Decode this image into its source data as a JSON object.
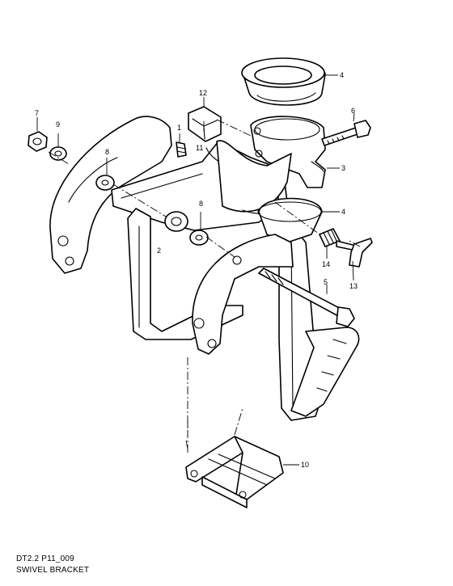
{
  "footer": {
    "code": "DT2.2 P11_009",
    "title": "SWIVEL BRACKET"
  },
  "callouts": {
    "c1": "1",
    "c2": "2",
    "c3": "3",
    "c4a": "4",
    "c4b": "4",
    "c5": "5",
    "c6": "6",
    "c7": "7",
    "c8a": "8",
    "c8b": "8",
    "c9": "9",
    "c10": "10",
    "c11": "11",
    "c12": "12",
    "c13": "13",
    "c14": "14"
  }
}
